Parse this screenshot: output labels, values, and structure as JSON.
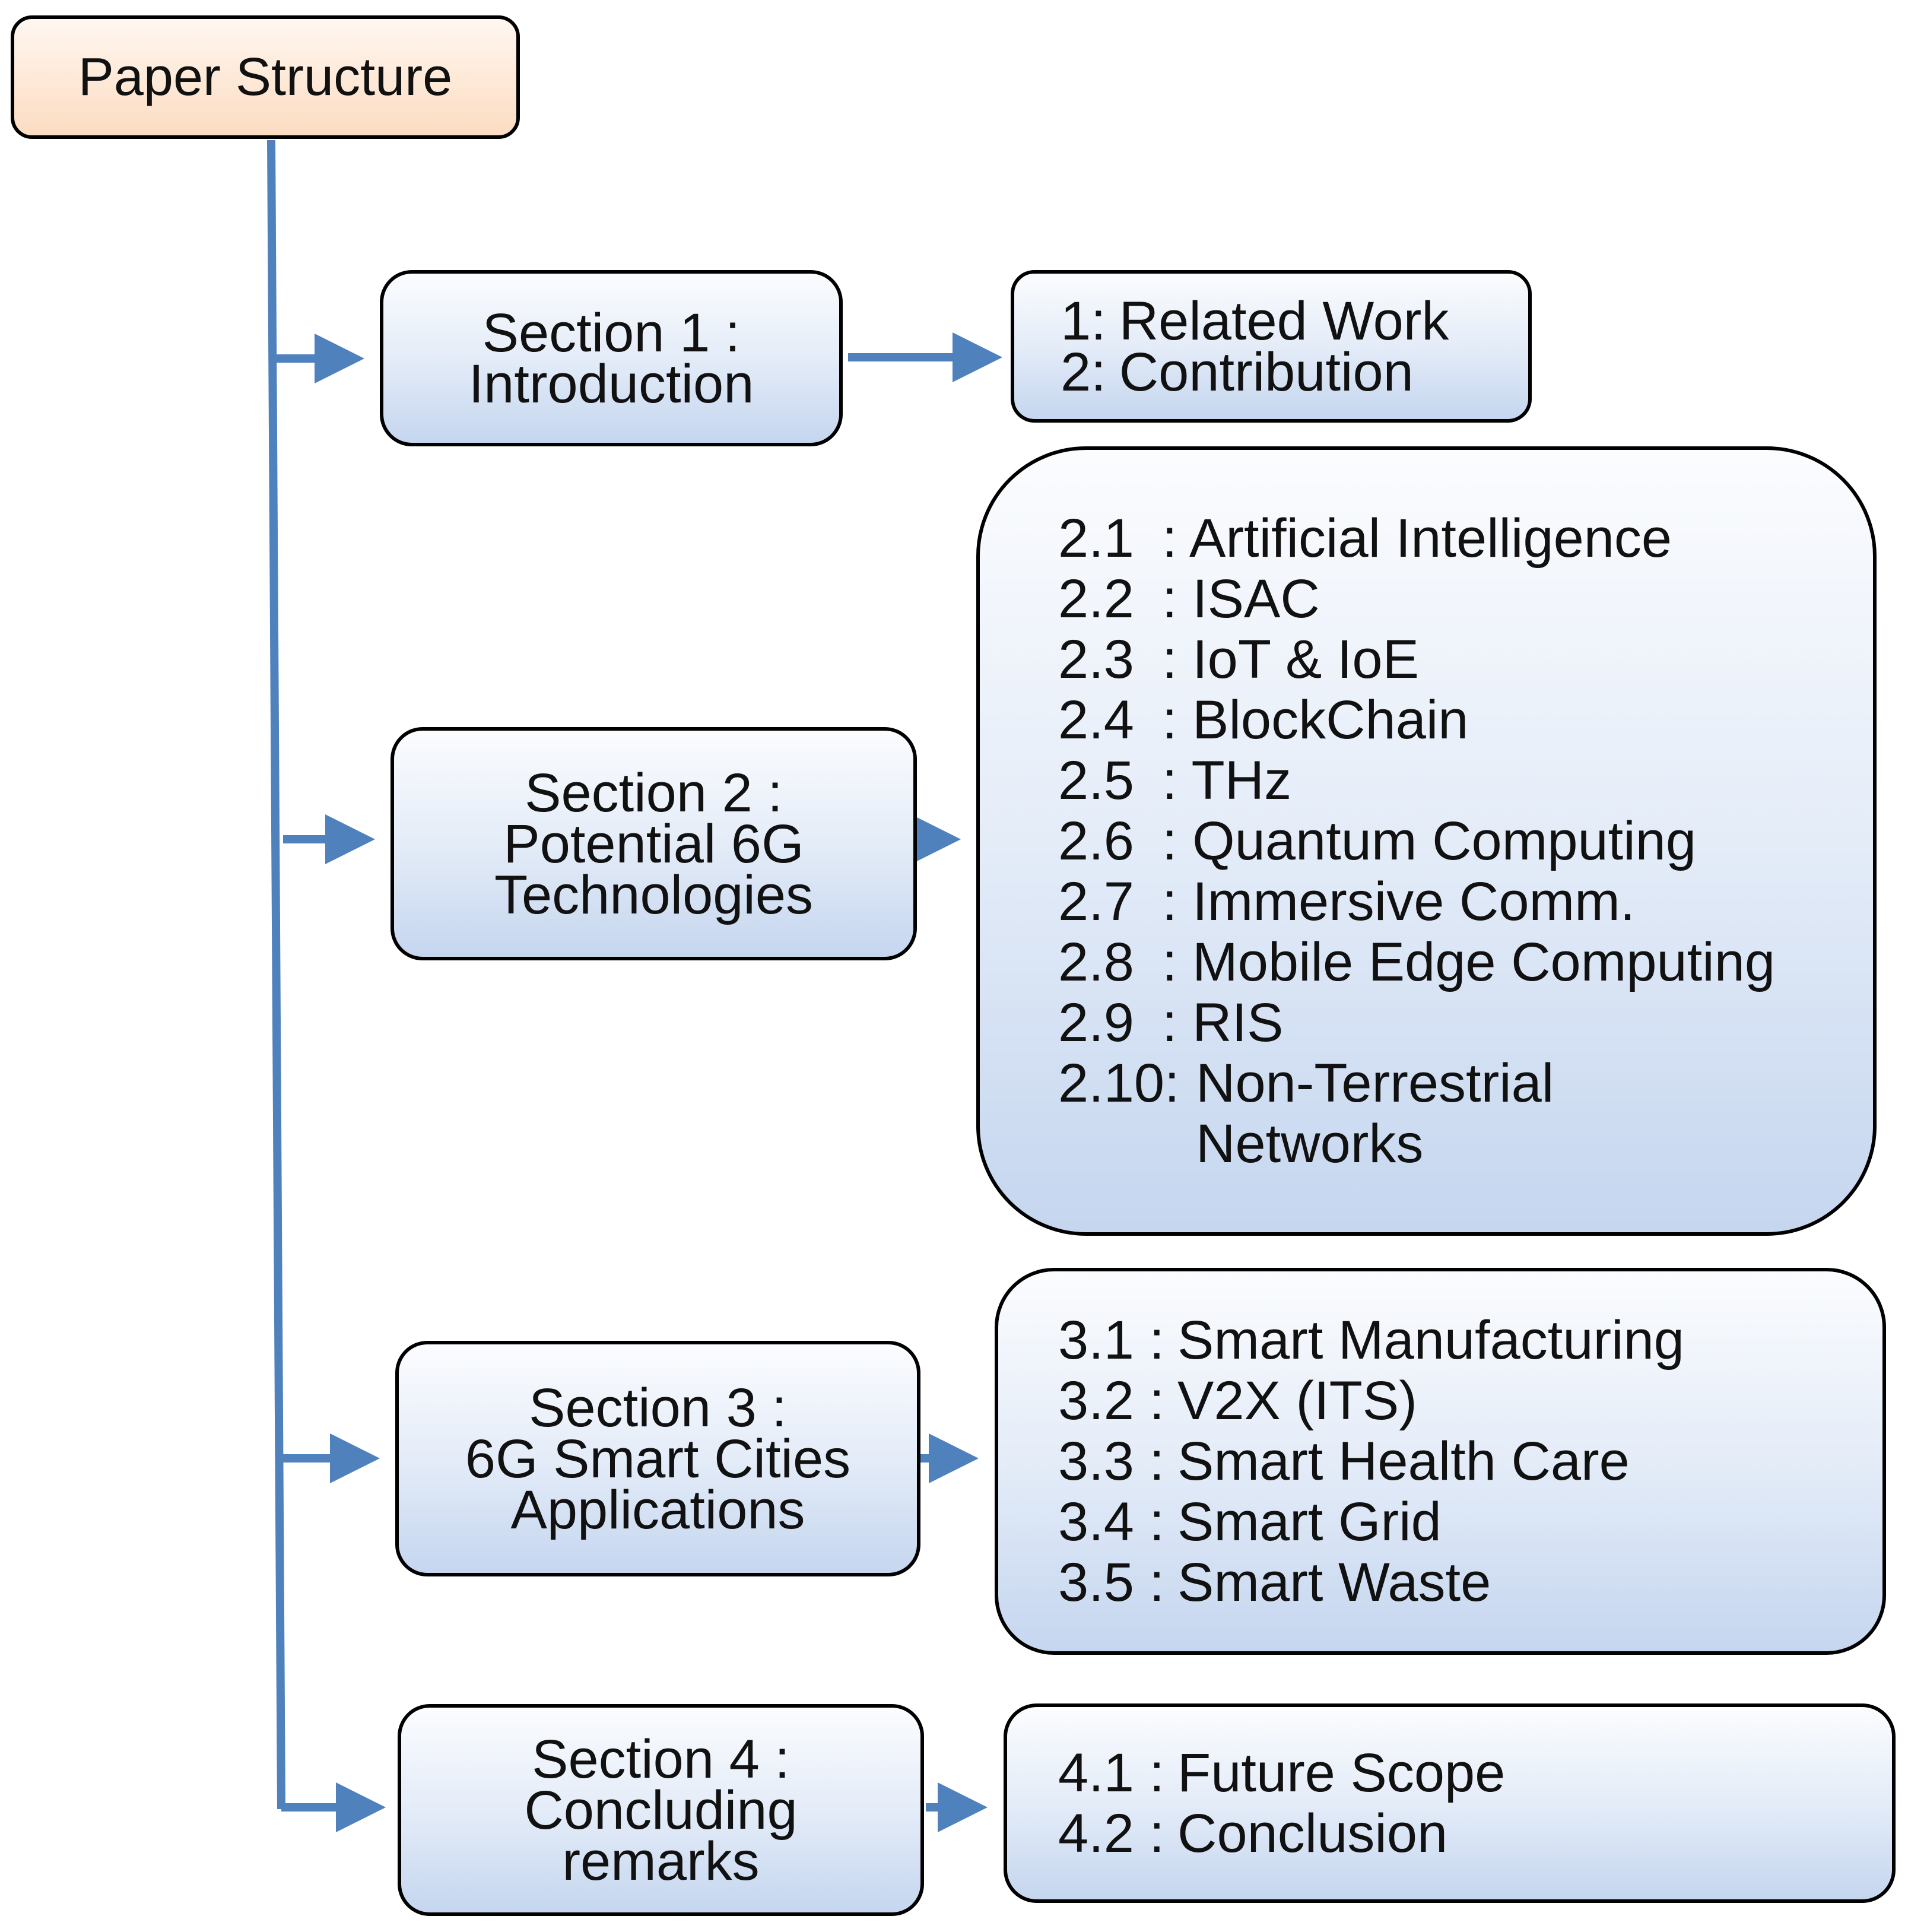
{
  "root": {
    "label": "Paper Structure"
  },
  "colors": {
    "connector": "#4f81bd",
    "box_top": "#fbfcfe",
    "box_bottom": "#c5d6ef",
    "root_top": "#fff7f0",
    "root_bottom": "#fcdcc2"
  },
  "sections": [
    {
      "title": "Section 1 :",
      "lines": [
        "Introduction"
      ],
      "items": [
        {
          "num": "1:",
          "text": "Related Work"
        },
        {
          "num": "2:",
          "text": "Contribution"
        }
      ]
    },
    {
      "title": "Section 2 :",
      "lines": [
        "Potential 6G",
        "Technologies"
      ],
      "items": [
        {
          "num": "2.1",
          "text": ": Artificial Intelligence"
        },
        {
          "num": "2.2",
          "text": ": ISAC"
        },
        {
          "num": "2.3",
          "text": ": IoT & IoE"
        },
        {
          "num": "2.4",
          "text": ": BlockChain"
        },
        {
          "num": "2.5",
          "text": ": THz"
        },
        {
          "num": "2.6",
          "text": ": Quantum Computing"
        },
        {
          "num": "2.7",
          "text": ": Immersive Comm."
        },
        {
          "num": "2.8",
          "text": ": Mobile Edge Computing"
        },
        {
          "num": "2.9",
          "text": ": RIS"
        },
        {
          "num": "2.10:",
          "text": "Non-Terrestrial",
          "text2": "Networks"
        }
      ]
    },
    {
      "title": "Section 3 :",
      "lines": [
        "6G Smart Cities",
        "Applications"
      ],
      "items": [
        {
          "num": "3.1 :",
          "text": "Smart Manufacturing"
        },
        {
          "num": "3.2 :",
          "text": "V2X (ITS)"
        },
        {
          "num": "3.3 :",
          "text": "Smart Health Care"
        },
        {
          "num": "3.4 :",
          "text": "Smart Grid"
        },
        {
          "num": "3.5 :",
          "text": "Smart Waste"
        }
      ]
    },
    {
      "title": "Section 4 :",
      "lines": [
        "Concluding",
        "remarks"
      ],
      "items": [
        {
          "num": "4.1 :",
          "text": "Future Scope"
        },
        {
          "num": "4.2 :",
          "text": "Conclusion"
        }
      ]
    }
  ]
}
